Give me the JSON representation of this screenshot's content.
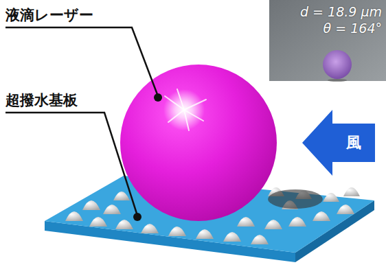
{
  "diagram": {
    "nodes": [
      {
        "text": [
          "d = 18.9 μm",
          "θ = 164°"
        ]
      },
      {
        "text": [
          "風"
        ]
      }
    ],
    "labels": [
      "液滴レーザー",
      "超撥水基板"
    ]
  }
}
